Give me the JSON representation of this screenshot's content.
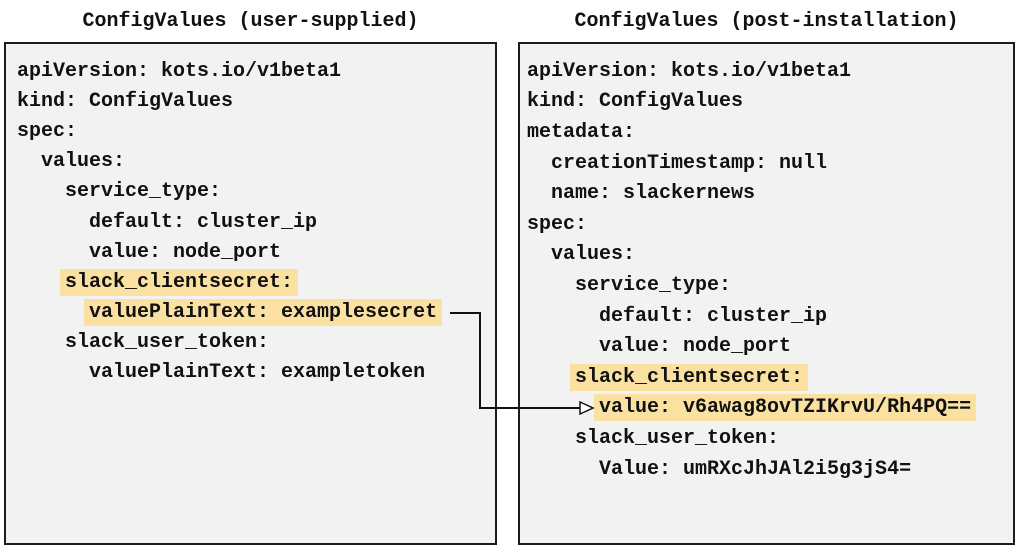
{
  "colors": {
    "highlight": "#fbe1a1",
    "panel_bg": "#f2f2f2",
    "panel_border": "#1c1c1c",
    "text": "#111111",
    "arrow": "#111111"
  },
  "panels": [
    {
      "id": "user-supplied",
      "title": "ConfigValues (user-supplied)",
      "lines": [
        {
          "indent": 0,
          "text": "apiVersion: kots.io/v1beta1",
          "highlight": false
        },
        {
          "indent": 0,
          "text": "kind: ConfigValues",
          "highlight": false
        },
        {
          "indent": 0,
          "text": "spec:",
          "highlight": false
        },
        {
          "indent": 2,
          "text": "values:",
          "highlight": false
        },
        {
          "indent": 4,
          "text": "service_type:",
          "highlight": false
        },
        {
          "indent": 6,
          "text": "default: cluster_ip",
          "highlight": false
        },
        {
          "indent": 6,
          "text": "value: node_port",
          "highlight": false
        },
        {
          "indent": 4,
          "text": "slack_clientsecret:",
          "highlight": true
        },
        {
          "indent": 6,
          "text": "valuePlainText: examplesecret",
          "highlight": true
        },
        {
          "indent": 4,
          "text": "slack_user_token:",
          "highlight": false
        },
        {
          "indent": 6,
          "text": "valuePlainText: exampletoken",
          "highlight": false
        }
      ]
    },
    {
      "id": "post-installation",
      "title": "ConfigValues (post-installation)",
      "lines": [
        {
          "indent": 0,
          "text": "apiVersion: kots.io/v1beta1",
          "highlight": false
        },
        {
          "indent": 0,
          "text": "kind: ConfigValues",
          "highlight": false
        },
        {
          "indent": 0,
          "text": "metadata:",
          "highlight": false
        },
        {
          "indent": 2,
          "text": "creationTimestamp: null",
          "highlight": false
        },
        {
          "indent": 2,
          "text": "name: slackernews",
          "highlight": false
        },
        {
          "indent": 0,
          "text": "spec:",
          "highlight": false
        },
        {
          "indent": 2,
          "text": "values:",
          "highlight": false
        },
        {
          "indent": 4,
          "text": "service_type:",
          "highlight": false
        },
        {
          "indent": 6,
          "text": "default: cluster_ip",
          "highlight": false
        },
        {
          "indent": 6,
          "text": "value: node_port",
          "highlight": false
        },
        {
          "indent": 4,
          "text": "slack_clientsecret:",
          "highlight": true
        },
        {
          "indent": 6,
          "text": "value: v6awag8ovTZIKrvU/Rh4PQ==",
          "highlight": true
        },
        {
          "indent": 4,
          "text": "slack_user_token:",
          "highlight": false
        },
        {
          "indent": 6,
          "text": "Value: umRXcJhJAl2i5g3jS4=",
          "highlight": false
        }
      ]
    }
  ],
  "arrow": {
    "connects_from": "valuePlainText: examplesecret",
    "connects_to": "value: v6awag8ovTZIKrvU/Rh4PQ=="
  }
}
